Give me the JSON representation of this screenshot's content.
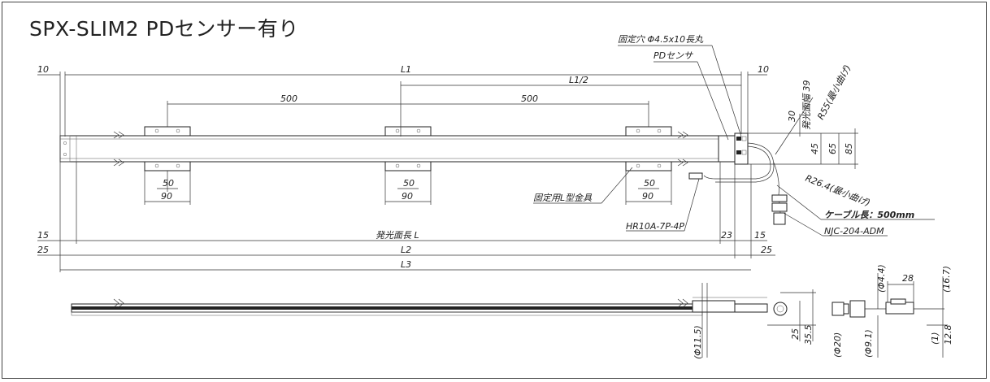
{
  "title": "SPX-SLIM2 PDセンサー有り",
  "dims": {
    "d10_left": "10",
    "d10_right": "10",
    "L1": "L1",
    "L1_half": "L1/2",
    "d500_a": "500",
    "d500_b": "500",
    "d50_a": "50",
    "d50_b": "50",
    "d50_c": "50",
    "d90_a": "90",
    "d90_b": "90",
    "d90_c": "90",
    "d15_left": "15",
    "d25_left": "25",
    "emit_L": "発光面長 L",
    "L2": "L2",
    "L3": "L3",
    "d23": "23",
    "d15_right": "15",
    "d25_right": "25",
    "d30": "30",
    "d45": "45",
    "d65": "65",
    "d85": "85",
    "d28": "28",
    "d4_4": "(Φ4.4)",
    "d16_7": "(16.7)",
    "d11_5": "(Φ11.5)",
    "d25_side": "25",
    "d35_5": "35.5",
    "d20": "(Φ20)",
    "d9_1": "(Φ9.1)",
    "d1": "(1)",
    "d12_8": "12.8"
  },
  "labels": {
    "fix_hole": "固定穴 Φ4.5x10長丸",
    "pd_sensor": "PDセンサ",
    "emit_width": "発光面幅 39",
    "r55": "R55(最小曲げ)",
    "r26": "R26.4(最小曲げ)",
    "cable_len": "ケーブル長：500mm",
    "njc": "NJC-204-ADM",
    "hr10": "HR10A-7P-4P",
    "l_bracket": "固定用L型金具"
  }
}
